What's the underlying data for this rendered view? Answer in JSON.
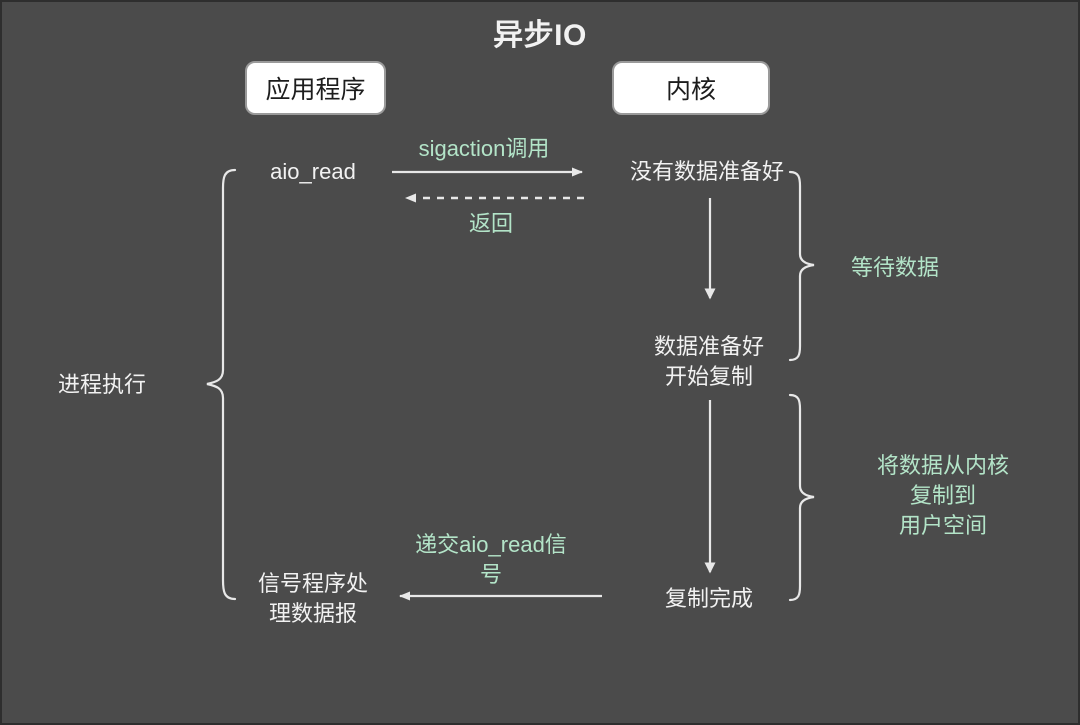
{
  "diagram": {
    "title": "异步IO",
    "background_color": "#4b4b4b",
    "text_color": "#f2f2f2",
    "accent_color": "#b3e4c8",
    "box_fill": "#ffffff",
    "box_text_color": "#1d1d1d"
  },
  "roles": {
    "application": "应用程序",
    "kernel": "内核"
  },
  "nodes": {
    "aio_read": "aio_read",
    "no_data_ready": "没有数据准备好",
    "data_ready_start_copy": "数据准备好\n开始复制",
    "copy_complete": "复制完成",
    "signal_handler": "信号程序处\n理数据报",
    "process_execution": "进程执行"
  },
  "annotations": {
    "sigaction_call": "sigaction调用",
    "return": "返回",
    "wait_for_data": "等待数据",
    "copy_kernel_to_user": "将数据从内核复制到\n用户空间",
    "deliver_signal": "递交aio_read信\n号"
  },
  "arrows": [
    {
      "name": "sigaction-call-arrow",
      "style": "solid",
      "direction": "right",
      "label": "sigaction调用"
    },
    {
      "name": "return-arrow",
      "style": "dashed",
      "direction": "left",
      "label": "返回"
    },
    {
      "name": "kernel-wait-arrow",
      "style": "solid",
      "direction": "down",
      "label": ""
    },
    {
      "name": "kernel-copy-arrow",
      "style": "solid",
      "direction": "down",
      "label": ""
    },
    {
      "name": "deliver-signal-arrow",
      "style": "solid",
      "direction": "left",
      "label": "递交aio_read信号"
    }
  ],
  "braces": [
    {
      "name": "process-execution-brace",
      "side": "left",
      "label": "进程执行"
    },
    {
      "name": "wait-data-brace",
      "side": "right",
      "label": "等待数据"
    },
    {
      "name": "copy-data-brace",
      "side": "right",
      "label": "将数据从内核复制到用户空间"
    }
  ]
}
